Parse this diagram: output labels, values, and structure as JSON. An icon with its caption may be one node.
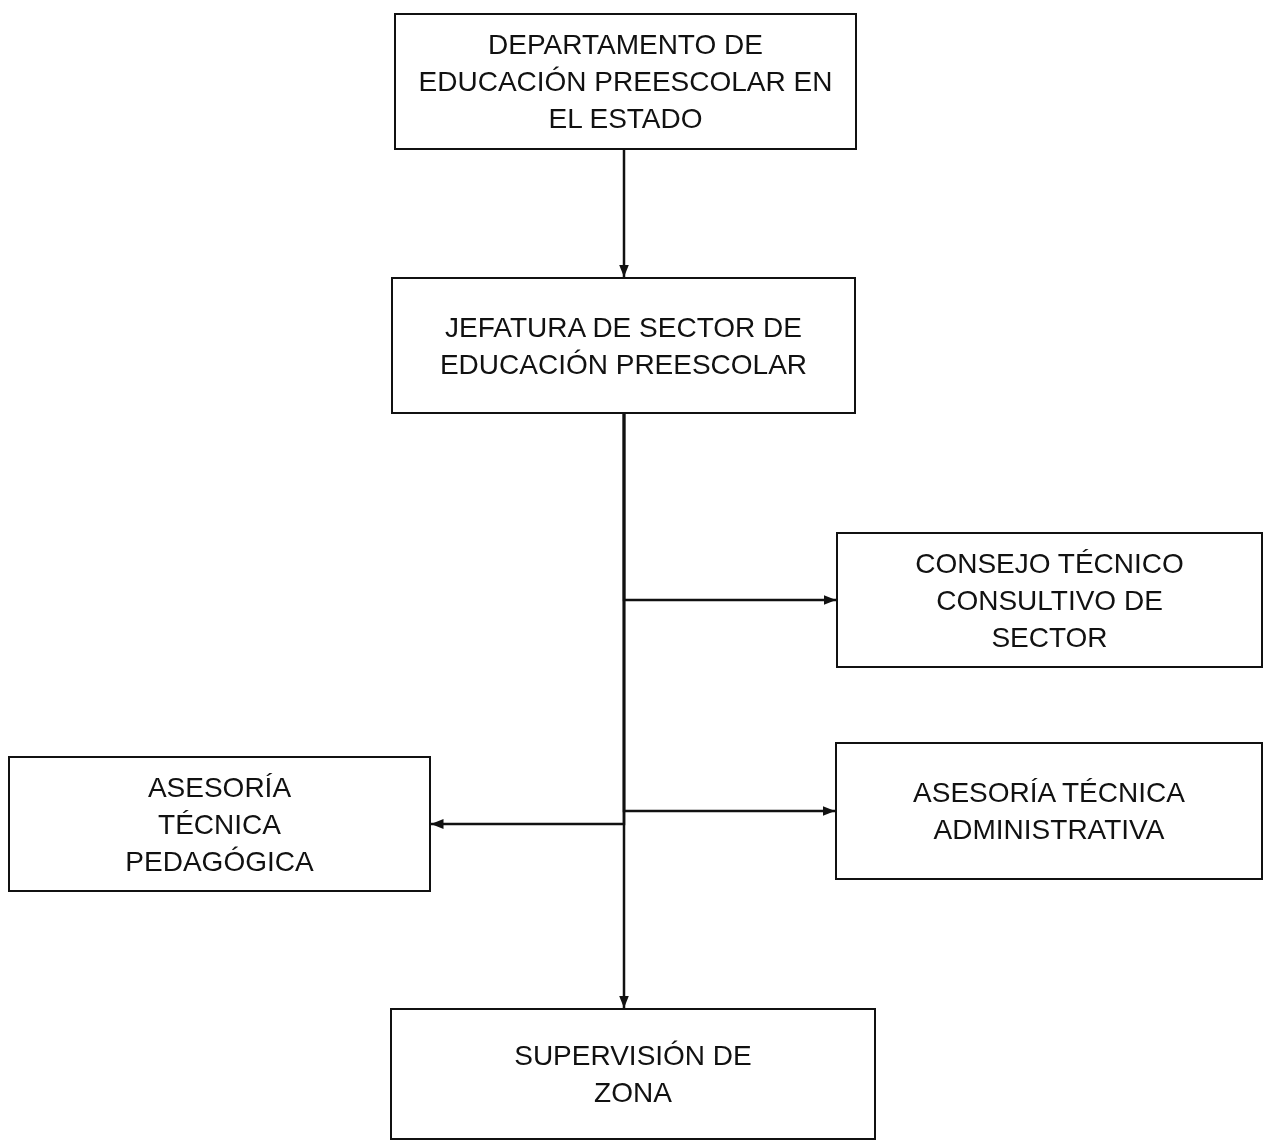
{
  "diagram": {
    "nodes": [
      {
        "text": [
          "DEPARTAMENTO DE EDUCACIÓN PREESCOLAR EN EL ESTADO"
        ]
      },
      {
        "text": [
          "JEFATURA DE SECTOR DE EDUCACIÓN PREESCOLAR"
        ]
      },
      {
        "text": [
          "CONSEJO TÉCNICO CONSULTIVO DE SECTOR"
        ]
      },
      {
        "text": [
          "ASESORÍA TÉCNICA PEDAGÓGICA"
        ]
      },
      {
        "text": [
          "ASESORÍA TÉCNICA ADMINISTRATIVA"
        ]
      },
      {
        "text": [
          "SUPERVISIÓN DE ZONA"
        ]
      }
    ],
    "edges": [
      {
        "from": 0,
        "to": 1,
        "arrow": "to"
      },
      {
        "from": 1,
        "to": 2,
        "arrow": "to"
      },
      {
        "from": 1,
        "to": 3,
        "arrow": "to"
      },
      {
        "from": 1,
        "to": 4,
        "arrow": "to"
      },
      {
        "from": 1,
        "to": 5,
        "arrow": "to"
      }
    ]
  }
}
